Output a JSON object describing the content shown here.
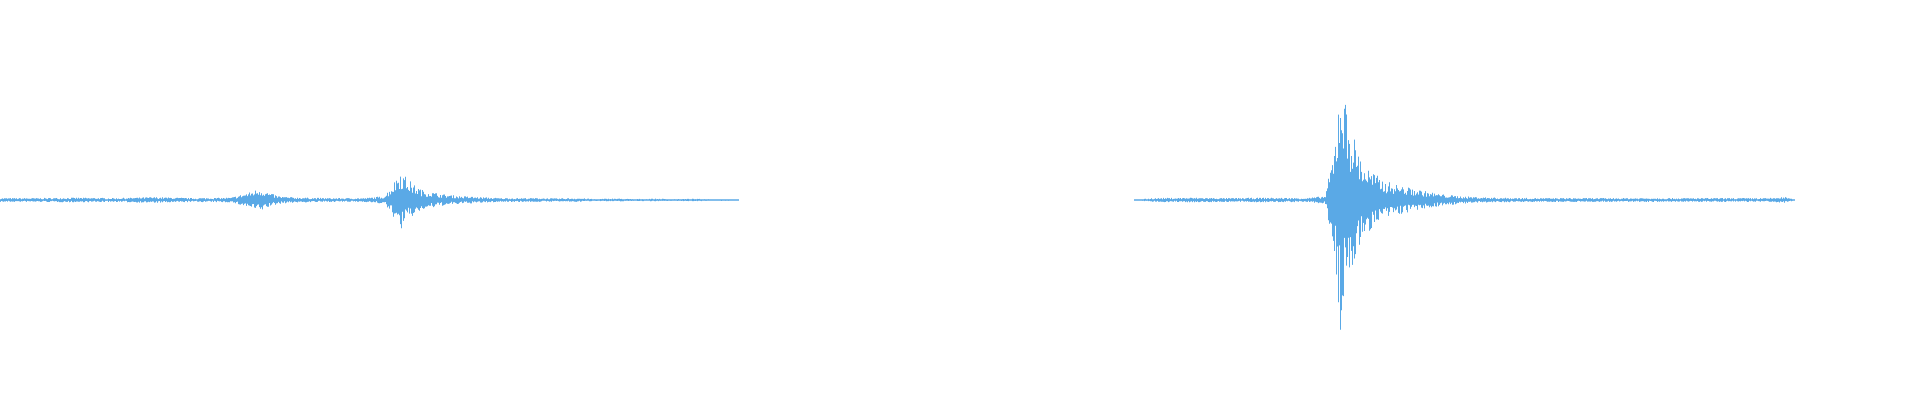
{
  "colors": {
    "background": "#ffffff",
    "waveform": "#5aa9e6"
  },
  "chart_data": {
    "type": "area",
    "x": [
      0.0,
      0.02,
      0.04,
      0.06,
      0.08,
      0.1,
      0.12,
      0.13,
      0.135,
      0.14,
      0.145,
      0.15,
      0.16,
      0.17,
      0.18,
      0.19,
      0.2,
      0.205,
      0.208,
      0.21,
      0.215,
      0.22,
      0.23,
      0.24,
      0.25,
      0.26,
      0.27,
      0.28,
      0.29,
      0.3,
      0.31,
      0.32,
      0.33,
      0.34,
      0.35,
      0.36,
      0.37,
      0.38,
      0.385,
      0.59,
      0.6,
      0.62,
      0.64,
      0.66,
      0.68,
      0.69,
      0.695,
      0.698,
      0.7,
      0.705,
      0.71,
      0.72,
      0.73,
      0.74,
      0.75,
      0.76,
      0.77,
      0.78,
      0.8,
      0.82,
      0.84,
      0.86,
      0.88,
      0.9,
      0.92,
      0.93,
      0.935
    ],
    "amplitude": [
      0.01,
      0.01,
      0.012,
      0.01,
      0.015,
      0.01,
      0.012,
      0.04,
      0.06,
      0.035,
      0.02,
      0.015,
      0.012,
      0.01,
      0.01,
      0.01,
      0.02,
      0.09,
      0.16,
      0.13,
      0.08,
      0.05,
      0.03,
      0.02,
      0.015,
      0.01,
      0.01,
      0.01,
      0.008,
      0.01,
      0.005,
      0.008,
      0.005,
      0.007,
      0.005,
      0.006,
      0.005,
      0.005,
      0.0,
      0.0,
      0.01,
      0.012,
      0.01,
      0.012,
      0.01,
      0.02,
      0.28,
      0.7,
      0.52,
      0.32,
      0.18,
      0.1,
      0.07,
      0.05,
      0.03,
      0.02,
      0.015,
      0.012,
      0.01,
      0.01,
      0.01,
      0.01,
      0.01,
      0.01,
      0.01,
      0.015,
      0.0
    ],
    "ylim": [
      -1,
      1
    ],
    "xlim": [
      0,
      1
    ]
  }
}
